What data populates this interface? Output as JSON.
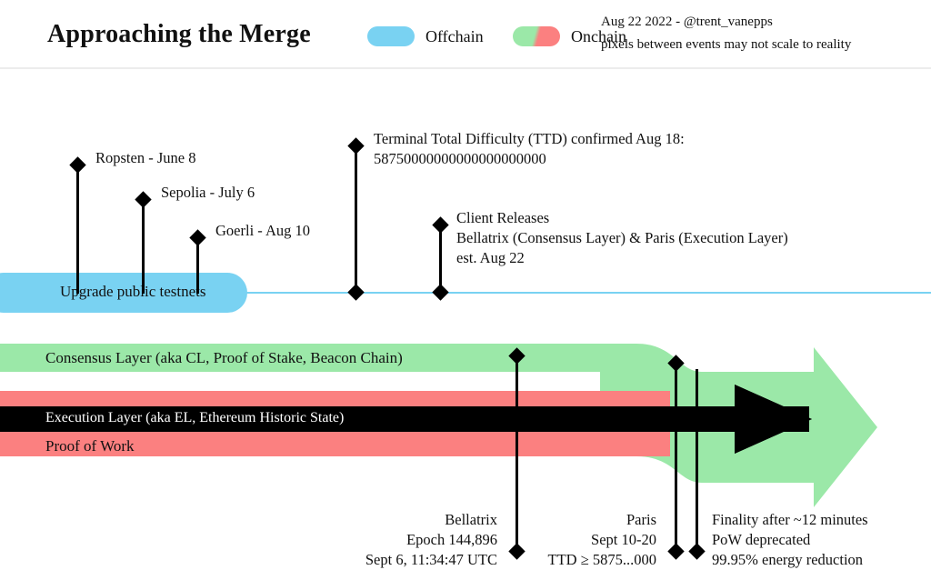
{
  "header": {
    "title": "Approaching the Merge",
    "legend": [
      {
        "name": "offchain",
        "label": "Offchain",
        "swatch": "solid",
        "color": "#79D2F2"
      },
      {
        "name": "onchain",
        "label": "Onchain",
        "swatch": "split",
        "color_left": "#9BE8A8",
        "color_right": "#FB8080"
      }
    ],
    "meta": {
      "line1": "Aug 22 2022 - @trent_vanepps",
      "line2": "pixels between events may not scale to reality"
    }
  },
  "offchain": {
    "bar_label": "Upgrade public testnets",
    "color": "#79D2F2"
  },
  "bands": {
    "consensus_label": "Consensus Layer (aka CL, Proof of Stake, Beacon Chain)",
    "consensus_color": "#9BE8A8",
    "execution_label": "Execution Layer (aka EL, Ethereum Historic State)",
    "execution_color": "#000000",
    "pow_label": "Proof of Work",
    "pow_color": "#FB8080"
  },
  "events": {
    "ropsten": {
      "line1": "Ropsten - June 8"
    },
    "sepolia": {
      "line1": "Sepolia - July 6"
    },
    "goerli": {
      "line1": "Goerli - Aug 10"
    },
    "ttd": {
      "line1": "Terminal Total Difficulty (TTD) confirmed Aug 18:",
      "line2": "58750000000000000000000"
    },
    "client_releases": {
      "line1": "Client Releases",
      "line2": "Bellatrix (Consensus Layer) & Paris (Execution Layer)",
      "line3": "est. Aug 22"
    },
    "bellatrix": {
      "line1": "Bellatrix",
      "line2": "Epoch 144,896",
      "line3": "Sept 6, 11:34:47 UTC"
    },
    "paris": {
      "line1": "Paris",
      "line2": "Sept 10-20",
      "line3": "TTD ≥ 5875...000"
    },
    "finality": {
      "line1": "Finality after ~12 minutes",
      "line2": "PoW deprecated",
      "line3": "99.95% energy reduction"
    }
  }
}
